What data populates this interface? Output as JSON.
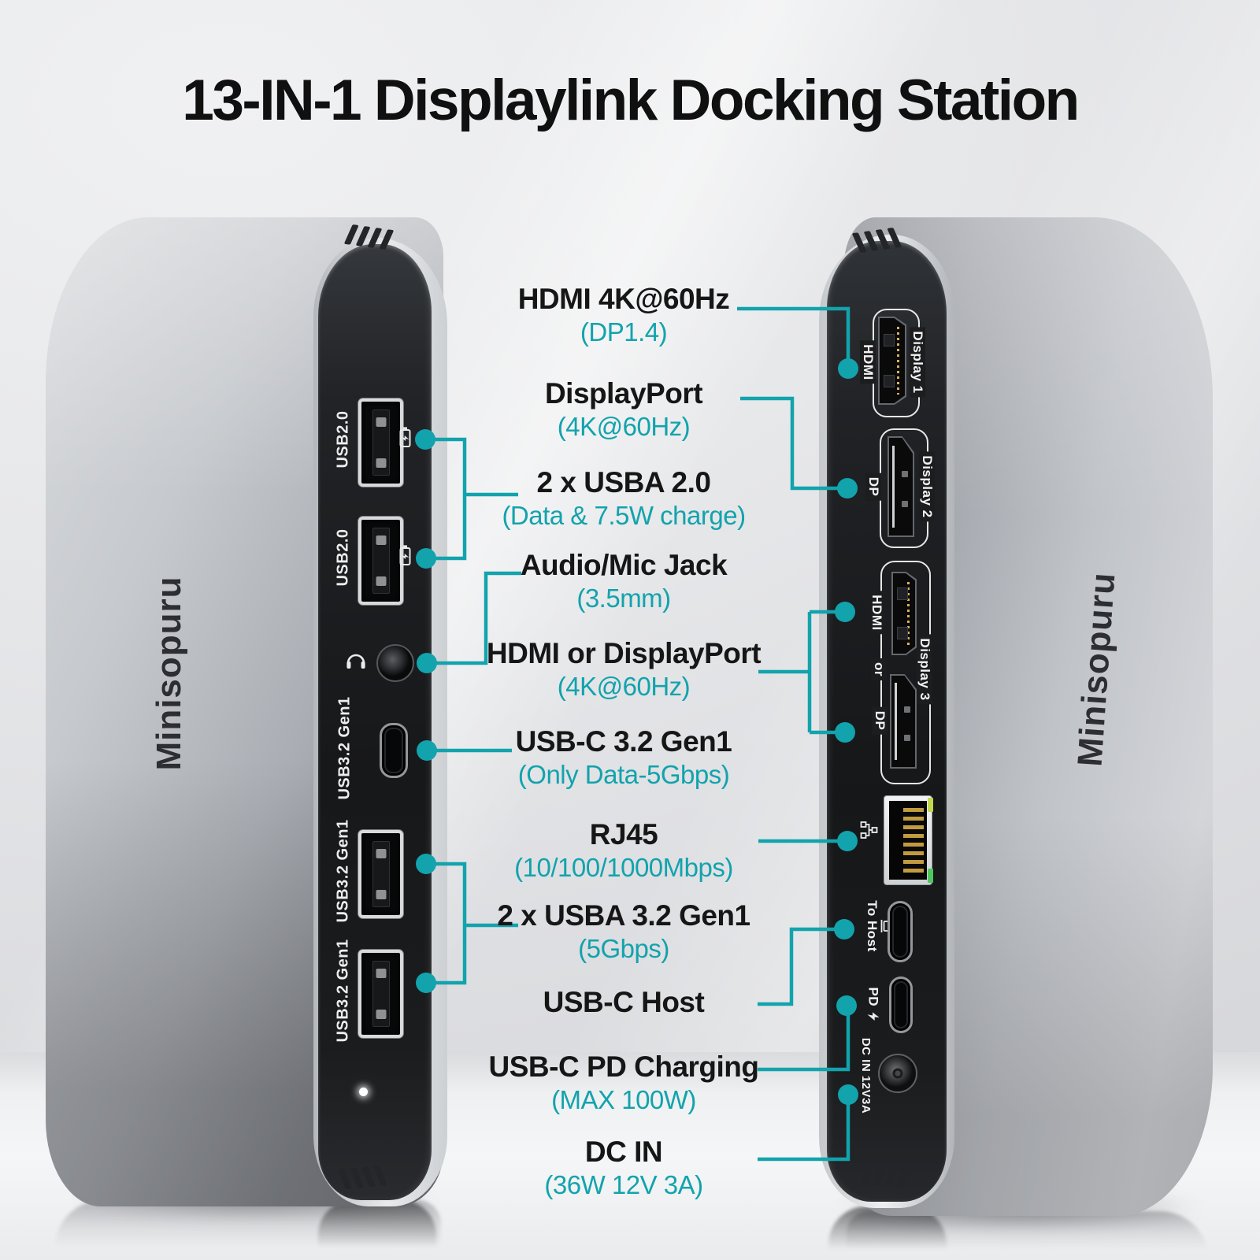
{
  "title": "13-IN-1 Displaylink Docking Station",
  "brand": "Minisopuru",
  "colors": {
    "accent": "#12A3AD",
    "title_text": "#101010",
    "main_label": "#161616"
  },
  "callouts": [
    {
      "label": "HDMI 4K@60Hz",
      "sub": "(DP1.4)"
    },
    {
      "label": "DisplayPort",
      "sub": "(4K@60Hz)"
    },
    {
      "label": "2 x USBA 2.0",
      "sub": "(Data & 7.5W charge)"
    },
    {
      "label": "Audio/Mic Jack",
      "sub": "(3.5mm)"
    },
    {
      "label": "HDMI or DisplayPort",
      "sub": "(4K@60Hz)"
    },
    {
      "label": "USB-C 3.2 Gen1",
      "sub": "(Only Data-5Gbps)"
    },
    {
      "label": "RJ45",
      "sub": "(10/100/1000Mbps)"
    },
    {
      "label": "2 x USBA 3.2 Gen1",
      "sub": "(5Gbps)"
    },
    {
      "label": "USB-C Host",
      "sub": ""
    },
    {
      "label": "USB-C PD Charging",
      "sub": "(MAX 100W)"
    },
    {
      "label": "DC IN",
      "sub": "(36W 12V 3A)"
    }
  ],
  "left_panel": {
    "usb2_top": "USB2.0",
    "usb2_bottom": "USB2.0",
    "usbc": "USB3.2 Gen1",
    "usb3_top": "USB3.2 Gen1",
    "usb3_bottom": "USB3.2 Gen1"
  },
  "right_panel": {
    "hdmi1": "HDMI",
    "display1": "Display 1",
    "dp2": "DP",
    "display2": "Display 2",
    "hdmi3": "HDMI",
    "or": "or",
    "dp3": "DP",
    "display3": "Display 3",
    "to_host": "To Host",
    "pd": "PD",
    "dc_in": "DC IN 12V3A"
  },
  "icons": {
    "charge": "battery-charge-icon",
    "audio": "headphones-icon",
    "ethernet": "ethernet-icon",
    "host": "laptop-icon",
    "pd": "lightning-icon"
  }
}
